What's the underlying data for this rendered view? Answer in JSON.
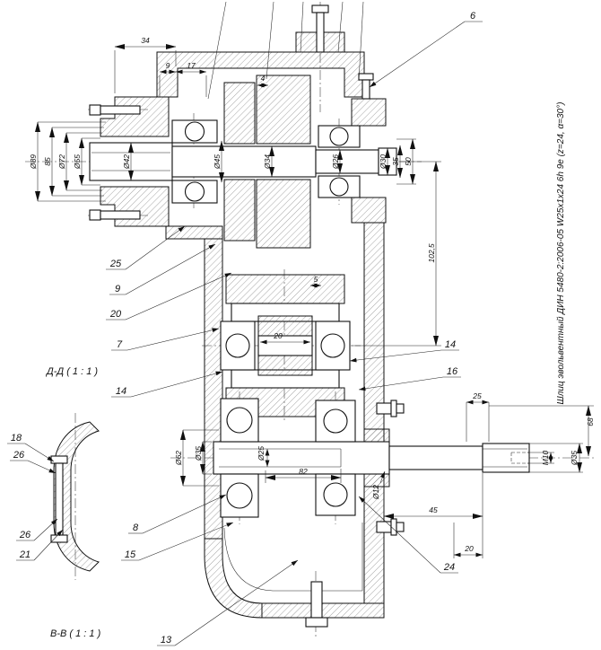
{
  "colors": {
    "ink": "#111111",
    "paper": "#ffffff"
  },
  "drawing": {
    "spline_note": "Шлиц эвольвентный ДИН 5480-2:2006-05 W25x1x24 6h 9e (z=24, α=30°)",
    "sections": {
      "dd": "Д-Д ( 1 : 1 )",
      "bb": "В-В ( 1 : 1 )"
    },
    "dims": {
      "top_34": "34",
      "top_9": "9",
      "top_17": "17",
      "top_4": "4",
      "d89": "Ø89",
      "d85": "85",
      "d72": "Ø72",
      "d55": "Ø55",
      "d42": "Ø42",
      "d45": "Ø45",
      "d34": "Ø34",
      "d26": "Ø26",
      "d30": "Ø30",
      "l35": "35",
      "l50": "50",
      "l102": "102,5",
      "l5": "5",
      "hub20": "20",
      "d62": "Ø62",
      "d35a": "Ø35",
      "d25": "Ø25",
      "l82": "82",
      "d12": "Ø12",
      "l45": "45",
      "l20": "20",
      "l25": "25",
      "l68": "68",
      "d35b": "Ø35",
      "m10": "M10"
    },
    "callouts": {
      "c6": "6",
      "c25": "25",
      "c9": "9",
      "c20": "20",
      "c7": "7",
      "c14l": "14",
      "c14r": "14",
      "c16": "16",
      "c18": "18",
      "c26a": "26",
      "c26b": "26",
      "c21": "21",
      "c8": "8",
      "c15": "15",
      "c13": "13",
      "c24": "24"
    }
  }
}
